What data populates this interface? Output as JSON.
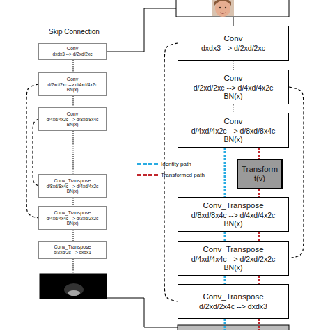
{
  "diagram": {
    "nodes": [
      {
        "text": [
          "Conv",
          "dxdx3 --> d/2xd/2xc"
        ]
      },
      {
        "text": [
          "Conv",
          "d/2xd/2xc --> d/4xd/4x2c",
          "BN(x)"
        ]
      },
      {
        "text": [
          "Conv",
          "d/4xd/4x2c --> d/8xd/8x4c",
          "BN(x)"
        ]
      },
      {
        "text": [
          "Conv_Transpose",
          "d/8xd/8x4c --> d/4xd/4x2c",
          "BN(x)"
        ]
      },
      {
        "text": [
          "Conv_Transpose",
          "d/4xd/4x4c --> d/2xd/2x2c",
          "BN(x)"
        ]
      },
      {
        "text": [
          "Conv_Transpose",
          "d/2xd/2c --> dxdx1"
        ]
      },
      {
        "text": [
          "Conv",
          "dxdx3 --> d/2xd/2xc"
        ]
      },
      {
        "text": [
          "Conv",
          "d/2xd/2xc --> d/4xd/4x2c",
          "BN(x)"
        ]
      },
      {
        "text": [
          "Conv",
          "d/4xd/4x2c --> d/8xd/8x4c",
          "BN(x)"
        ]
      },
      {
        "text": [
          "Transform",
          "t(v)"
        ]
      },
      {
        "text": [
          "Conv_Transpose",
          "d/8xd/8x4c --> d/4xd/4x2c",
          "BN(x)"
        ]
      },
      {
        "text": [
          "Conv_Transpose",
          "d/4xd/4x4c --> d/2xd/2x2c",
          "BN(x)"
        ]
      },
      {
        "text": [
          "Conv_Transpose",
          "d/2xd/2x4c --> dxdx3"
        ]
      }
    ],
    "edges": [
      {
        "from": 0,
        "to": 1,
        "arrow": "none"
      },
      {
        "from": 1,
        "to": 2,
        "arrow": "none"
      },
      {
        "from": 2,
        "to": 3,
        "arrow": "none"
      },
      {
        "from": 3,
        "to": 4,
        "arrow": "none"
      },
      {
        "from": 4,
        "to": 5,
        "arrow": "none"
      },
      {
        "from": 1,
        "to": 4,
        "arrow": "none"
      },
      {
        "from": 2,
        "to": 3,
        "arrow": "none"
      },
      {
        "from": 6,
        "to": 7,
        "arrow": "none"
      },
      {
        "from": 7,
        "to": 8,
        "arrow": "none"
      },
      {
        "from": 8,
        "to": 10,
        "arrow": "none"
      },
      {
        "from": 8,
        "to": 9,
        "arrow": "none"
      },
      {
        "from": 9,
        "to": 10,
        "arrow": "none"
      },
      {
        "from": 10,
        "to": 11,
        "arrow": "none"
      },
      {
        "from": 10,
        "to": 11,
        "arrow": "none"
      },
      {
        "from": 11,
        "to": 12,
        "arrow": "none"
      },
      {
        "from": 11,
        "to": 12,
        "arrow": "none"
      },
      {
        "from": 6,
        "to": 12,
        "arrow": "none"
      },
      {
        "from": 7,
        "to": 11,
        "arrow": "none"
      }
    ],
    "labels": [
      "Skip Connection"
    ],
    "legend": [
      {
        "text": "Identity path",
        "color": "#29abe2"
      },
      {
        "text": "Transformed path",
        "color": "#c1272d"
      }
    ]
  }
}
